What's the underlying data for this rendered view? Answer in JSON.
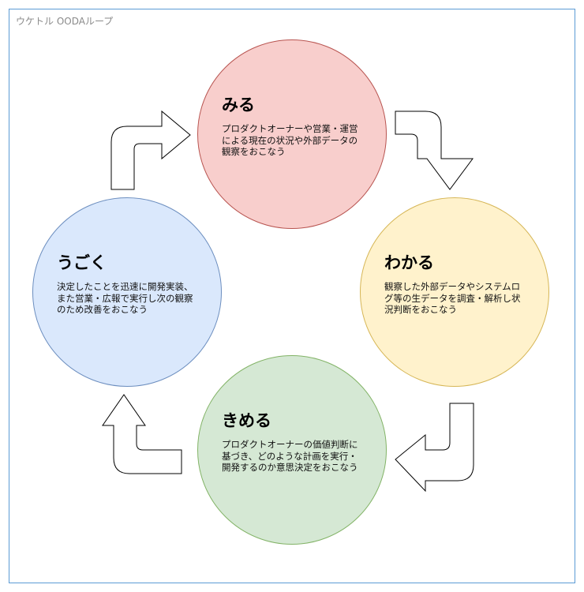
{
  "diagram": {
    "title": "ウケトル OODAループ",
    "nodes": [
      {
        "id": "observe",
        "title": "みる",
        "body": "プロダクトオーナーや営業・運営\nによる現在の状況や外部データの\n観察をおこなう",
        "fill": "#f8cecc",
        "stroke": "#b85450"
      },
      {
        "id": "orient",
        "title": "わかる",
        "body": "観察した外部データやシステムロ\nグ等の生データを調査・解析し状\n況判断をおこなう",
        "fill": "#fff2cc",
        "stroke": "#d6b656"
      },
      {
        "id": "decide",
        "title": "きめる",
        "body": "プロダクトオーナーの価値判断に\n基づき、どのような計画を実行・\n開発するのか意思決定をおこなう",
        "fill": "#d5e8d4",
        "stroke": "#82b366"
      },
      {
        "id": "act",
        "title": "うごく",
        "body": "決定したことを迅速に開発実装、\nまた営業・広報で実行し次の観察\nのため改善をおこなう",
        "fill": "#dae8fc",
        "stroke": "#6c8ebf"
      }
    ],
    "edges": [
      {
        "from": "observe",
        "to": "orient"
      },
      {
        "from": "orient",
        "to": "decide"
      },
      {
        "from": "decide",
        "to": "act"
      },
      {
        "from": "act",
        "to": "observe"
      }
    ]
  }
}
